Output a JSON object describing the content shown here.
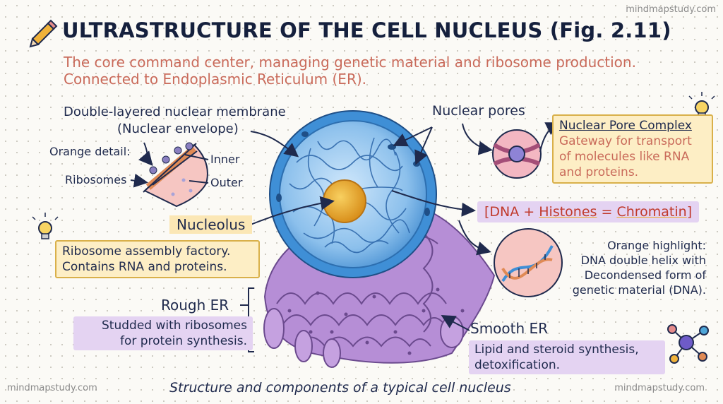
{
  "watermark": "mindmapstudy.com",
  "title": "ULTRASTRUCTURE OF THE CELL NUCLEUS (Fig. 2.11)",
  "subtitle": {
    "line1": "The core command center, managing genetic material and ribosome production.",
    "line2": "Connected to Endoplasmic Reticulum (ER)."
  },
  "membrane": {
    "label1": "Double-layered nuclear membrane",
    "label2": "(Nuclear envelope)",
    "orange_detail": "Orange detail:",
    "ribosomes": "Ribosomes",
    "inner": "Inner",
    "outer": "Outer"
  },
  "nucleolus": {
    "tag": "Nucleolus",
    "line1": "Ribosome assembly factory.",
    "line2": "Contains RNA and proteins."
  },
  "rough_er": {
    "title": "Rough ER",
    "line1": "Studded with ribosomes",
    "line2": "for protein synthesis."
  },
  "pores": {
    "label": "Nuclear pores",
    "box_title": "Nuclear Pore Complex",
    "line1": "Gateway for transport",
    "line2": "of molecules like RNA",
    "line3": "and proteins."
  },
  "chromatin": {
    "open": "[DNA + ",
    "histones": "Histones",
    "eq": " = ",
    "chromatin": "Chromatin",
    "close": "]"
  },
  "dna": {
    "line1": "Orange highlight:",
    "line2": "DNA double helix with",
    "line3": "Decondensed form of",
    "line4": "genetic material (DNA)."
  },
  "smooth_er": {
    "title": "Smooth ER",
    "line1": "Lipid and steroid synthesis,",
    "line2": "detoxification."
  },
  "caption": "Structure and components of a typical cell nucleus",
  "colors": {
    "title": "#15203d",
    "subtitle": "#c96a5a",
    "nucleus_blue": "#3f8fd6",
    "nucleolus": "#e9a82a",
    "er_purple": "#a27bc4",
    "highlight_yellow": "#fdeec5",
    "highlight_purple": "#e4d3f2"
  }
}
